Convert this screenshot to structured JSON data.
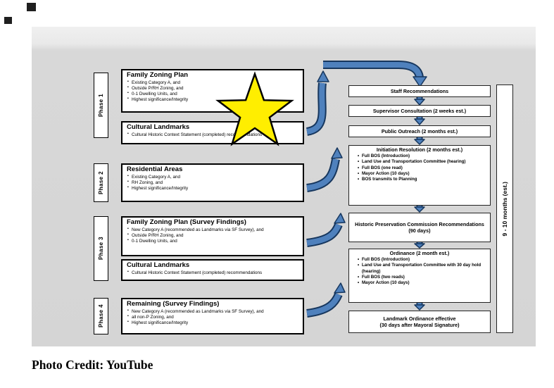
{
  "photo_credit": "Photo Credit: YouTube",
  "timeline_label": "9 - 10 months (est.)",
  "phases": [
    {
      "label": "Phase 1",
      "boxes": [
        {
          "title": "Family Zoning Plan",
          "bullets": [
            "Existing Category A, and",
            "Outside P/RH Zoning, and",
            "0-1 Dwelling Units, and",
            "Highest significance/Integrity"
          ]
        },
        {
          "title": "Cultural Landmarks",
          "bullets": [
            "Cultural Historic Context Statement (completed) recommendations"
          ]
        }
      ]
    },
    {
      "label": "Phase 2",
      "boxes": [
        {
          "title": "Residential Areas",
          "bullets": [
            "Existing Category A, and",
            "RH Zoning, and",
            "Highest significance/Integrity"
          ]
        }
      ]
    },
    {
      "label": "Phase 3",
      "boxes": [
        {
          "title": "Family Zoning Plan (Survey Findings)",
          "bullets": [
            "New Category A (recommended as Landmarks via SF Survey), and",
            "Outside P/RH Zoning, and",
            "0-1 Dwelling Units, and"
          ]
        },
        {
          "title": "Cultural Landmarks",
          "bullets": [
            "Cultural Historic Context Statement (completed) recommendations"
          ]
        }
      ]
    },
    {
      "label": "Phase 4",
      "boxes": [
        {
          "title": "Remaining (Survey Findings)",
          "bullets": [
            "New Category A (recommended as Landmarks via SF Survey), and",
            "all non-P Zoning, and",
            "Highest significance/Integrity"
          ]
        }
      ]
    }
  ],
  "process_steps": [
    {
      "title": "Staff Recommendations"
    },
    {
      "title": "Supervisor Consultation (2 weeks est.)"
    },
    {
      "title": "Public Outreach (2 months est.)"
    },
    {
      "title": "Initiation Resolution (2 months est.)",
      "bullets": [
        "Full BOS (Introduction)",
        "Land Use and Transportation Committee (hearing)",
        "Full BOS (one read)",
        "Mayor Action (10 days)",
        "BOS transmits to Planning"
      ]
    },
    {
      "title": "Historic Preservation Commission Recommendations",
      "subtitle": "(90 days)"
    },
    {
      "title": "Ordinance (2 month est.)",
      "bullets": [
        "Full BOS (Introduction)",
        "Land Use and Transportation Committee with 30 day hold (hearing)",
        "Full BOS (two reads)",
        "Mayor Action (10 days)"
      ]
    },
    {
      "title": "Landmark Ordinance effective",
      "subtitle": "(30 days after Mayoral Signature)"
    }
  ],
  "colors": {
    "arrow": "#4f81bd",
    "arrow_outline": "#17375e",
    "star": "#ffee00",
    "slide_bg": "#d8d8d8"
  }
}
